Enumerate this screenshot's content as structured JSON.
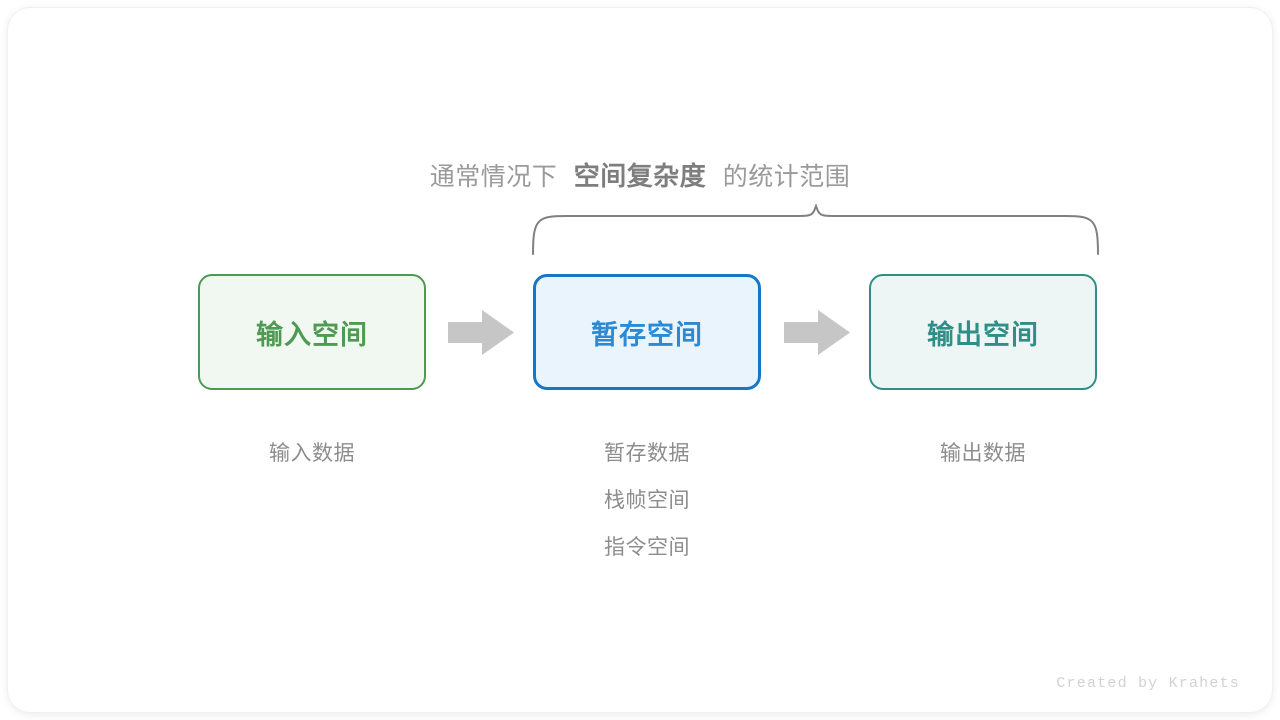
{
  "diagram": {
    "heading": {
      "prefix": "通常情况下",
      "emphasis": "空间复杂度",
      "suffix": "的统计范围"
    },
    "brace": {
      "name": "curly-brace-bracket",
      "color": "#808080",
      "spans": [
        "暂存空间",
        "输出空间"
      ]
    },
    "boxes": [
      {
        "id": "input",
        "label": "输入空间",
        "fill": "#f1f8f1",
        "stroke": "#4f9a52",
        "text_color": "#4f9a52"
      },
      {
        "id": "temp",
        "label": "暂存空间",
        "fill": "#eaf4fd",
        "stroke": "#1676c8",
        "text_color": "#2b8ad6"
      },
      {
        "id": "output",
        "label": "输出空间",
        "fill": "#eef6f5",
        "stroke": "#2f8f86",
        "text_color": "#2f8f86"
      }
    ],
    "arrows": [
      {
        "id": "arrow-1",
        "direction": "right",
        "color": "#c6c6c6"
      },
      {
        "id": "arrow-2",
        "direction": "right",
        "color": "#c6c6c6"
      }
    ],
    "captions": {
      "input": [
        "输入数据"
      ],
      "temp": [
        "暂存数据",
        "栈帧空间",
        "指令空间"
      ],
      "output": [
        "输出数据"
      ]
    },
    "watermark": "Created by Krahets"
  }
}
